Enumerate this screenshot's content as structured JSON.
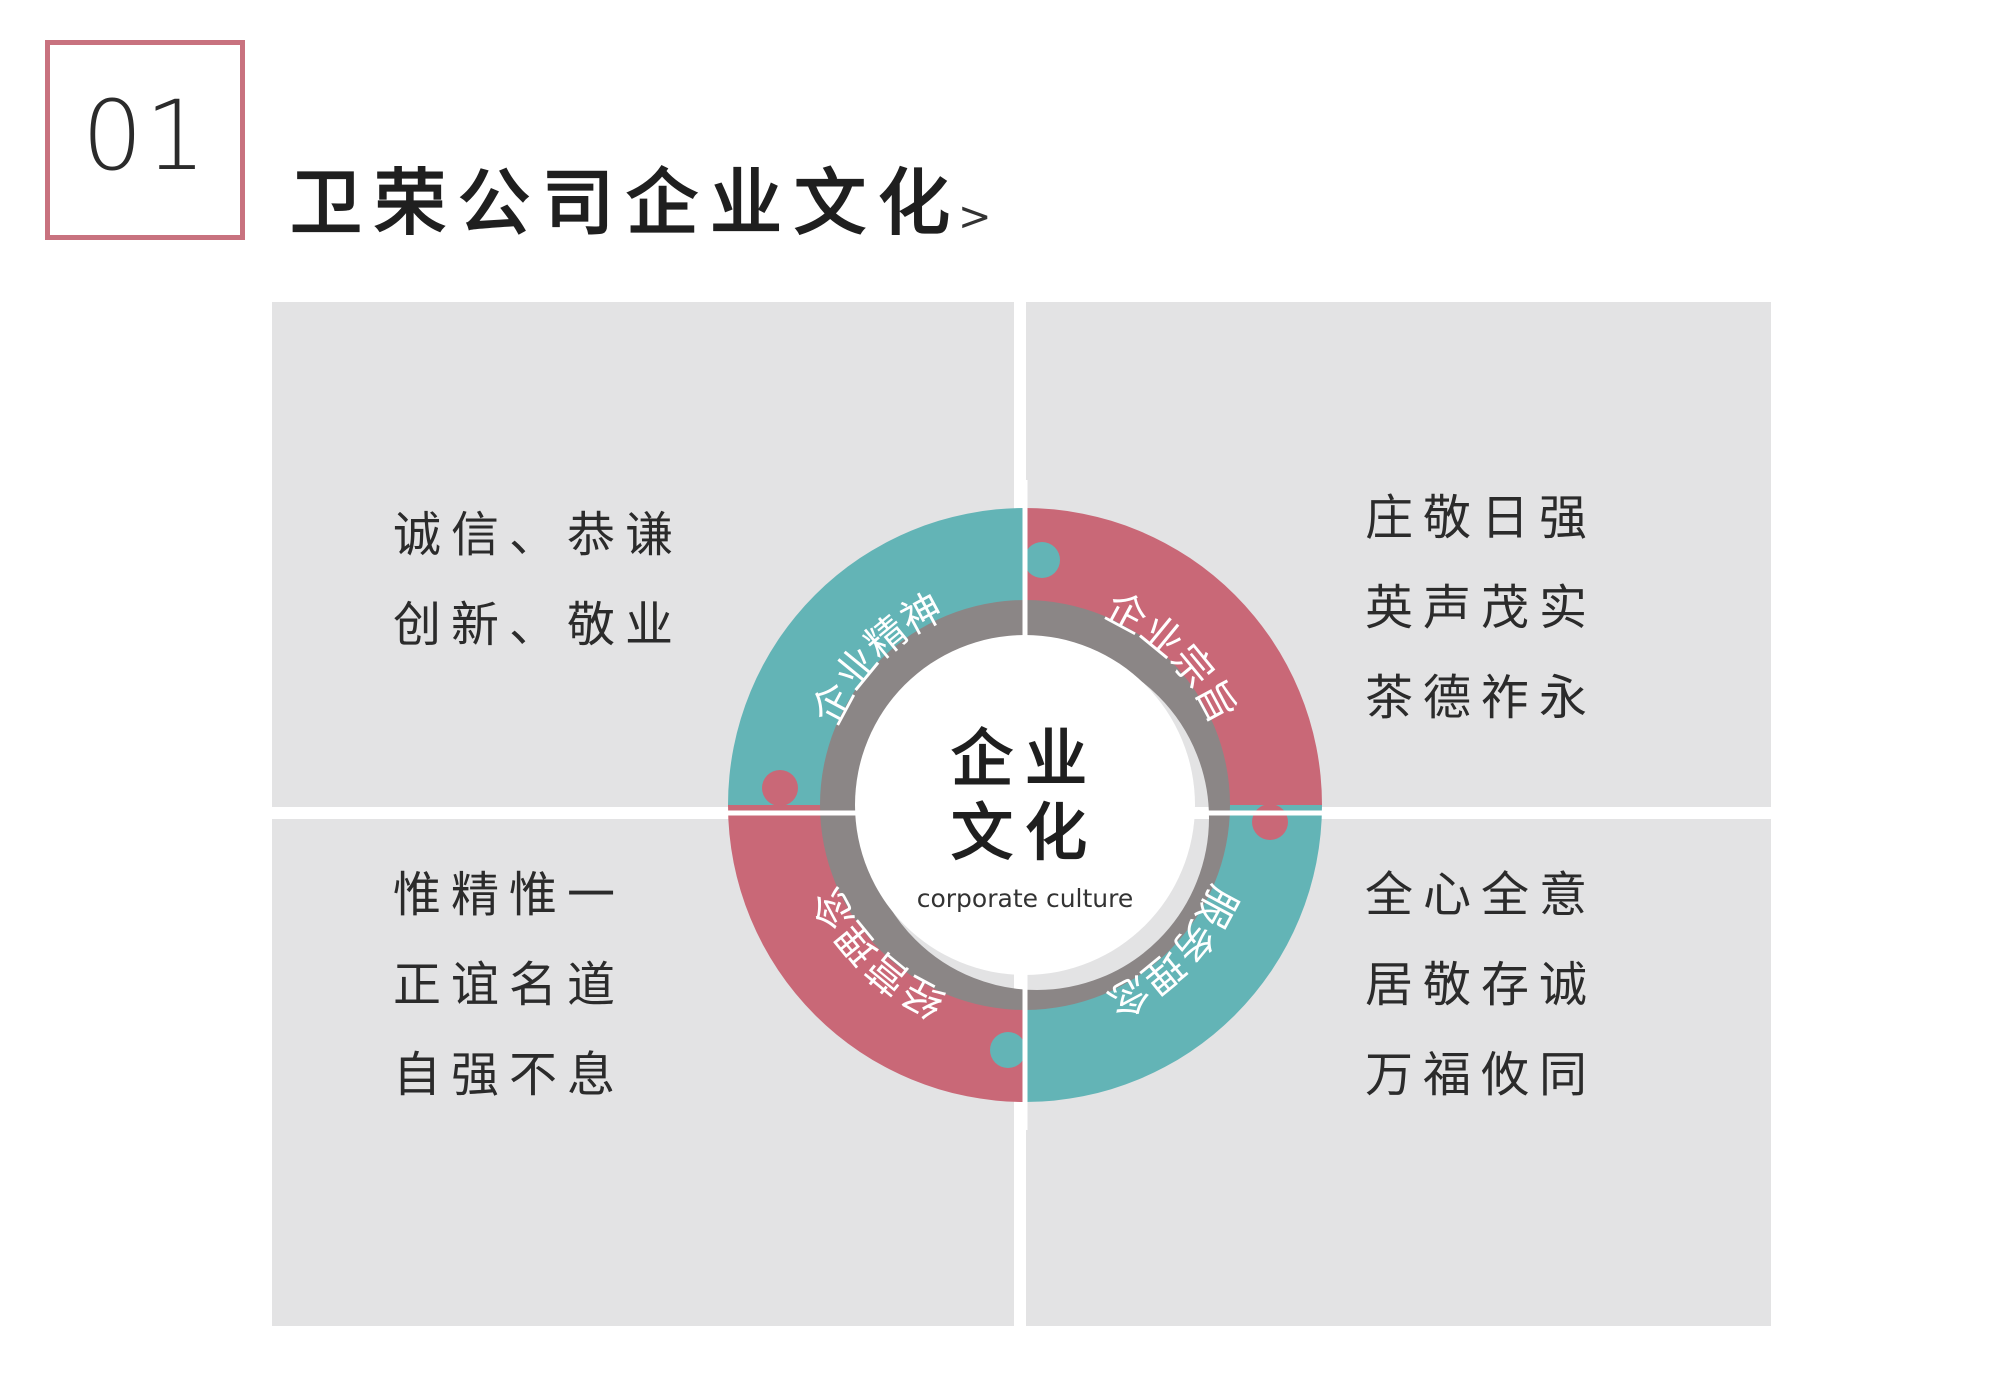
{
  "section_number": "01",
  "title": "卫荣公司企业文化",
  "title_arrow": ">",
  "center": {
    "line1": "企业",
    "line2": "文化",
    "english": "corporate culture"
  },
  "ring_labels": {
    "top_left": "企业精神",
    "top_right": "企业宗旨",
    "bottom_right": "服务理念",
    "bottom_left": "经营理念"
  },
  "quadrants": {
    "top_left": [
      "诚信、恭谦",
      "创新、敬业"
    ],
    "top_right": [
      "庄敬日强",
      "英声茂实",
      "茶德祚永"
    ],
    "bottom_left": [
      "惟精惟一",
      "正谊名道",
      "自强不息"
    ],
    "bottom_right": [
      "全心全意",
      "居敬存诚",
      "万福攸同"
    ]
  },
  "colors": {
    "teal": "#63b4b6",
    "red": "#c96877",
    "shadow": "#8b8686",
    "panel": "#e3e3e4",
    "frame": "#c8727f"
  }
}
